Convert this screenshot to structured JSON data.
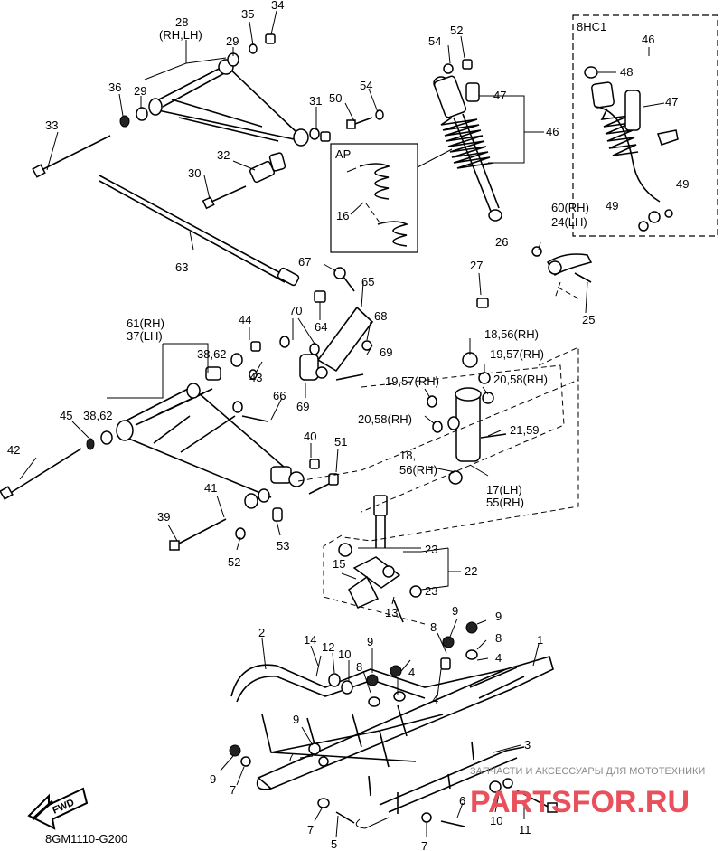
{
  "diagram": {
    "code": "8GM1110-G200",
    "fwd_label": "FWD",
    "inset_8hc1": {
      "title": "8HC1",
      "labels": [
        "46",
        "48",
        "47",
        "49",
        "49"
      ]
    },
    "inset_ap": {
      "title": "AP",
      "labels": [
        "16"
      ]
    },
    "watermark": {
      "line1": "ЗАПЧАСТИ И АКСЕССУАРЫ ДЛЯ МОТОТЕХНИКИ",
      "line2": "PARTSFOR.RU"
    },
    "callouts": [
      "28",
      "(RH,LH)",
      "35",
      "34",
      "29",
      "29",
      "36",
      "33",
      "30",
      "32",
      "31",
      "50",
      "54",
      "52",
      "54",
      "47",
      "46",
      "63",
      "67",
      "65",
      "64",
      "68",
      "70",
      "69",
      "66",
      "69",
      "44",
      "61(RH)",
      "37(LH)",
      "38,62",
      "43",
      "45",
      "38,62",
      "42",
      "40",
      "51",
      "41",
      "39",
      "52",
      "53",
      "60(RH)",
      "24(LH)",
      "26",
      "25",
      "27",
      "18,56(RH)",
      "19,57(RH)",
      "20,58(RH)",
      "19,57(RH)",
      "20,58(RH)",
      "21,59",
      "18,",
      "56(RH)",
      "17(LH)",
      "55(RH)",
      "23",
      "22",
      "23",
      "15",
      "13",
      "2",
      "14",
      "12",
      "10",
      "9",
      "8",
      "4",
      "9",
      "8",
      "9",
      "8",
      "4",
      "1",
      "4",
      "3",
      "9",
      "7",
      "9",
      "7",
      "7",
      "5",
      "6",
      "10",
      "11",
      "7"
    ]
  }
}
